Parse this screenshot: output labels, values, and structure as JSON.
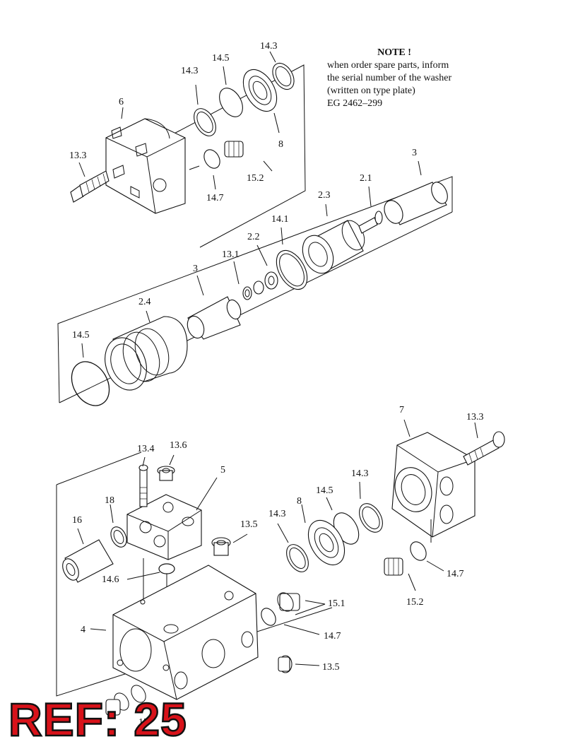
{
  "note": {
    "title": "NOTE !",
    "lines": [
      "when order spare parts, inform",
      "the serial number of the washer",
      "(written on type plate)",
      "EG 2462–299"
    ]
  },
  "reference": "REF: 25",
  "labels": {
    "l6": "6",
    "l13_3_top": "13.3",
    "l14_3_a": "14.3",
    "l14_5_a": "14.5",
    "l14_3_b": "14.3",
    "l8_top": "8",
    "l15_2_top": "15.2",
    "l14_7_top": "14.7",
    "l3_right": "3",
    "l2_1": "2.1",
    "l2_3": "2.3",
    "l14_1": "14.1",
    "l2_2": "2.2",
    "l13_1": "13.1",
    "l3_mid": "3",
    "l2_4": "2.4",
    "l14_5_b": "14.5",
    "l7": "7",
    "l13_3_right": "13.3",
    "l13_4": "13.4",
    "l13_6": "13.6",
    "l5": "5",
    "l14_3_c": "14.3",
    "l14_5_c": "14.5",
    "l8_bottom": "8",
    "l14_3_d": "14.3",
    "l18": "18",
    "l16": "16",
    "l13_5_a": "13.5",
    "l14_6": "14.6",
    "l14_7_right": "14.7",
    "l15_2_right": "15.2",
    "l15_1": "15.1",
    "l4": "4",
    "l14_7_bottom": "14.7",
    "l13_5_b": "13.5",
    "l15_bottom": "15"
  }
}
